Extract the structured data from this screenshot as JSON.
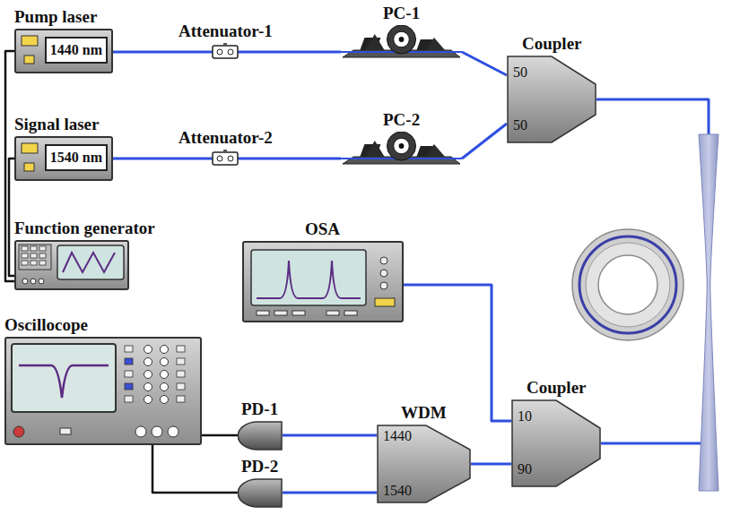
{
  "diagram": {
    "nodes": [
      {
        "text": [
          "Pump laser",
          "1440 nm"
        ]
      },
      {
        "text": [
          "Signal laser",
          "1540 nm"
        ]
      },
      {
        "text": [
          "Attenuator-1"
        ]
      },
      {
        "text": [
          "Attenuator-2"
        ]
      },
      {
        "text": [
          "PC-1"
        ]
      },
      {
        "text": [
          "PC-2"
        ]
      },
      {
        "text": [
          "Coupler",
          "50",
          "50"
        ]
      },
      {
        "text": [
          "Function generator"
        ]
      },
      {
        "text": [
          "OSA"
        ]
      },
      {
        "text": [
          "Coupler",
          "10",
          "90"
        ]
      },
      {
        "text": [
          "Oscillocope"
        ]
      },
      {
        "text": [
          "PD-1"
        ]
      },
      {
        "text": [
          "PD-2"
        ]
      },
      {
        "text": [
          "WDM",
          "1440",
          "1540"
        ]
      }
    ],
    "edges": [
      {
        "from": 0,
        "to": 2,
        "arrow": "none"
      },
      {
        "from": 2,
        "to": 4,
        "arrow": "none"
      },
      {
        "from": 4,
        "to": 6,
        "arrow": "none"
      },
      {
        "from": 1,
        "to": 3,
        "arrow": "none"
      },
      {
        "from": 3,
        "to": 5,
        "arrow": "none"
      },
      {
        "from": 5,
        "to": 6,
        "arrow": "none"
      },
      {
        "from": 6,
        "to": 9,
        "arrow": "none"
      },
      {
        "from": 9,
        "to": 8,
        "arrow": "none"
      },
      {
        "from": 9,
        "to": 13,
        "arrow": "none"
      },
      {
        "from": 13,
        "to": 11,
        "arrow": "none"
      },
      {
        "from": 13,
        "to": 12,
        "arrow": "none"
      },
      {
        "from": 11,
        "to": 10,
        "arrow": "none"
      },
      {
        "from": 12,
        "to": 10,
        "arrow": "none"
      },
      {
        "from": 7,
        "to": 0,
        "arrow": "none"
      },
      {
        "from": 7,
        "to": 1,
        "arrow": "none"
      }
    ]
  }
}
